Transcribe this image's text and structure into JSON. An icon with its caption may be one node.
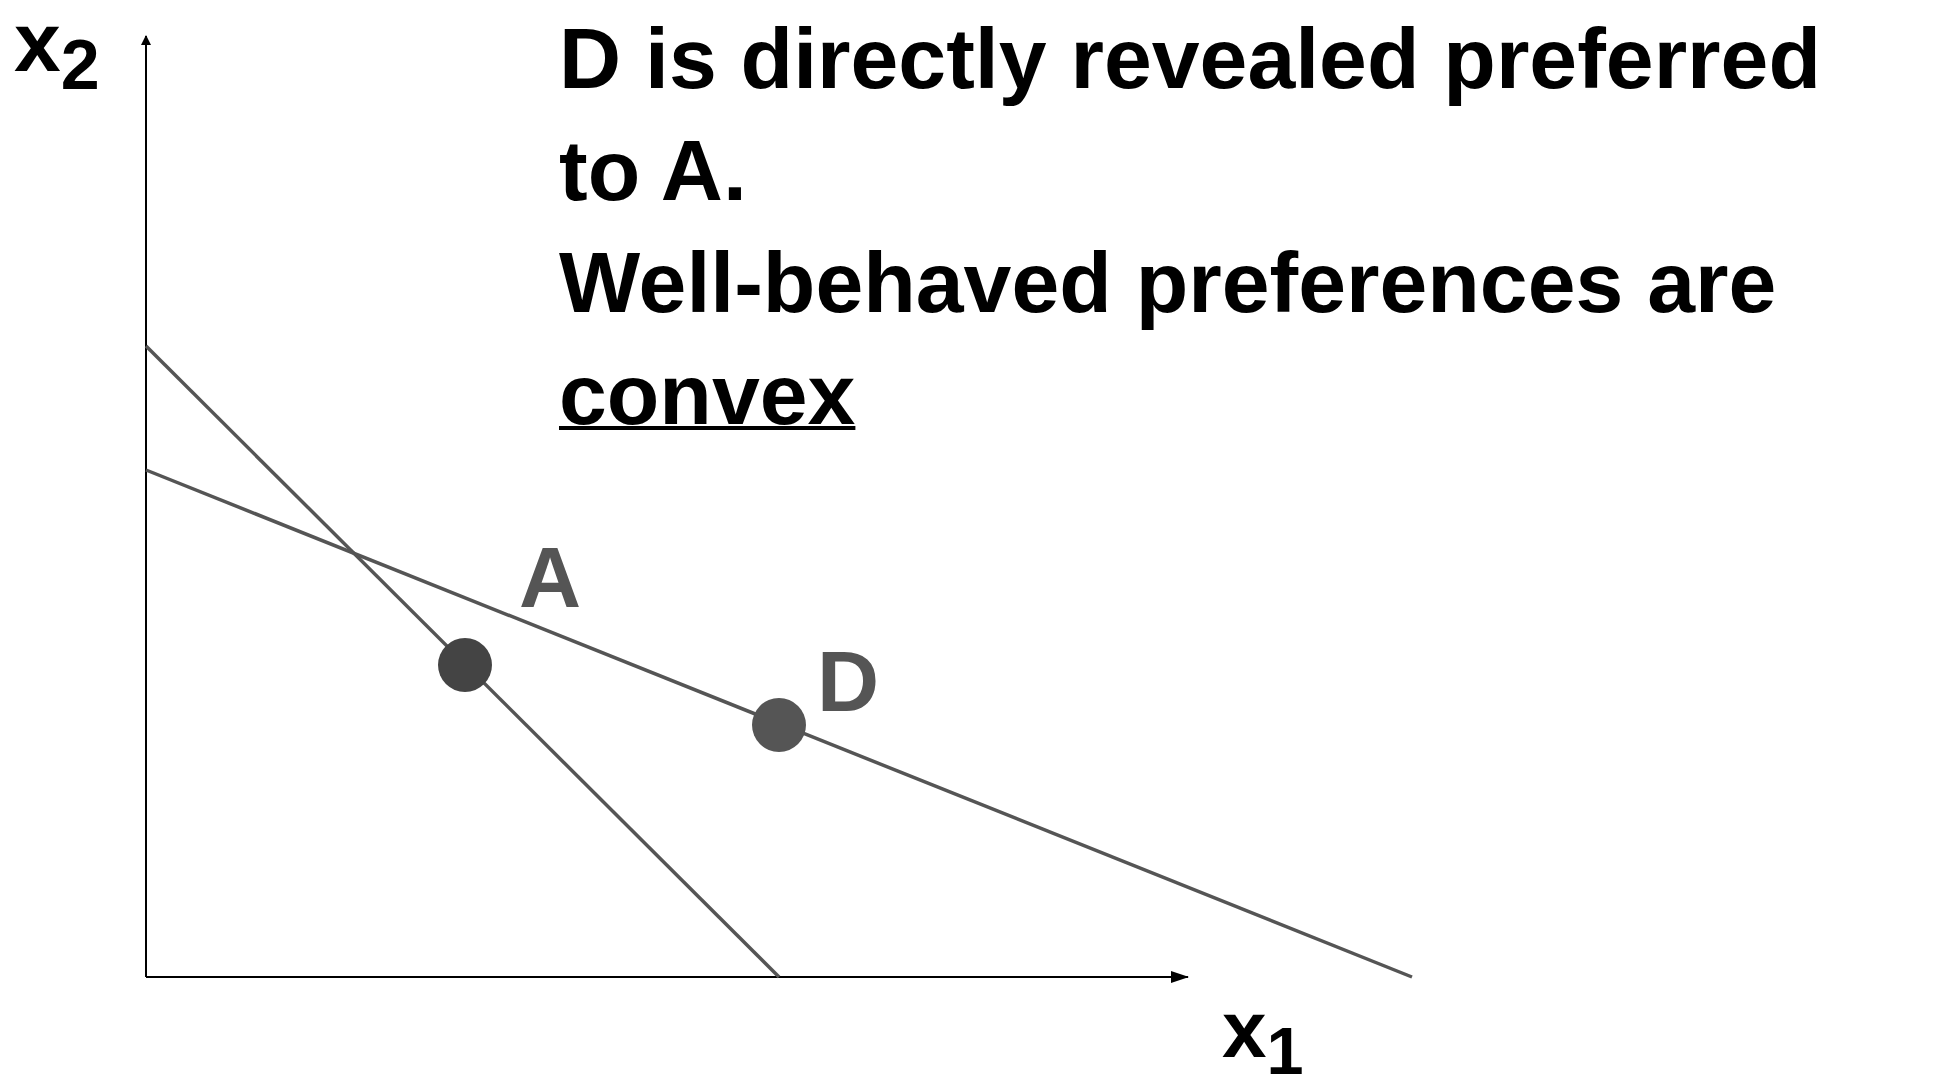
{
  "diagram": {
    "nodes": [
      {
        "text": [],
        "shape": "circle",
        "beside": [
          "A"
        ]
      },
      {
        "text": [],
        "shape": "circle",
        "beside": [
          "D"
        ]
      }
    ],
    "labels": [
      "x$_{2}$",
      "x$_{1}$",
      "D is directly revealed preferred to A.",
      "Well-behaved preferences are",
      "convex"
    ]
  }
}
